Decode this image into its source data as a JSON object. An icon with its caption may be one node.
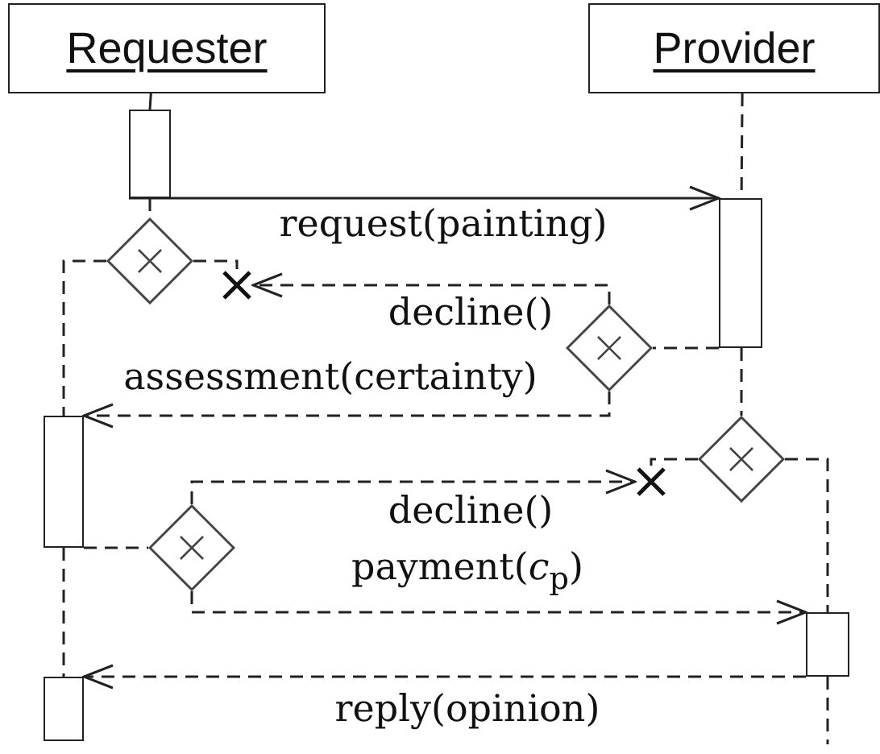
{
  "diagram": {
    "nodes": [
      {
        "text": [
          "Requester"
        ]
      },
      {
        "text": [
          "Provider"
        ]
      },
      {
        "text": [],
        "shape": "bar"
      },
      {
        "text": [],
        "shape": "bar"
      },
      {
        "text": [],
        "shape": "bar"
      },
      {
        "text": [],
        "shape": "bar"
      },
      {
        "text": [],
        "shape": "bar"
      },
      {
        "text": [],
        "shape": "diamond"
      },
      {
        "text": [],
        "shape": "diamond"
      },
      {
        "text": [],
        "shape": "diamond"
      },
      {
        "text": [],
        "shape": "diamond"
      },
      {
        "text": [],
        "shape": "cross"
      },
      {
        "text": [],
        "shape": "cross"
      }
    ],
    "edges": [
      {
        "from": 0,
        "to": 2,
        "arrow": "none"
      },
      {
        "from": 1,
        "to": 3,
        "arrow": "none",
        "style": "dashed"
      },
      {
        "from": 2,
        "to": 3,
        "arrow": "to",
        "label": "request(painting)"
      },
      {
        "from": 2,
        "to": 7,
        "arrow": "none",
        "style": "dashed"
      },
      {
        "from": 7,
        "to": 11,
        "arrow": "none",
        "style": "dashed"
      },
      {
        "from": 8,
        "to": 11,
        "arrow": "to",
        "label": "decline()",
        "style": "dashed"
      },
      {
        "from": 3,
        "to": 8,
        "arrow": "none",
        "style": "dashed"
      },
      {
        "from": 7,
        "to": 4,
        "arrow": "none",
        "style": "dashed"
      },
      {
        "from": 8,
        "to": 4,
        "arrow": "to",
        "label": "assessment(certainty)",
        "style": "dashed"
      },
      {
        "from": 3,
        "to": 9,
        "arrow": "none",
        "style": "dashed"
      },
      {
        "from": 9,
        "to": 12,
        "arrow": "none",
        "style": "dashed"
      },
      {
        "from": 10,
        "to": 12,
        "arrow": "to",
        "label": "decline()",
        "style": "dashed"
      },
      {
        "from": 4,
        "to": 10,
        "arrow": "none",
        "style": "dashed"
      },
      {
        "from": 9,
        "to": 5,
        "arrow": "none",
        "style": "dashed"
      },
      {
        "from": 10,
        "to": 5,
        "arrow": "to",
        "label": "payment(*c*$_{p}$)",
        "style": "dashed"
      },
      {
        "from": 4,
        "to": 6,
        "arrow": "none",
        "style": "dashed"
      },
      {
        "from": 5,
        "to": 6,
        "arrow": "to",
        "label": "reply(opinion)",
        "style": "dashed"
      },
      {
        "from": 5,
        "to": null,
        "arrow": "none",
        "style": "dashed"
      }
    ]
  }
}
